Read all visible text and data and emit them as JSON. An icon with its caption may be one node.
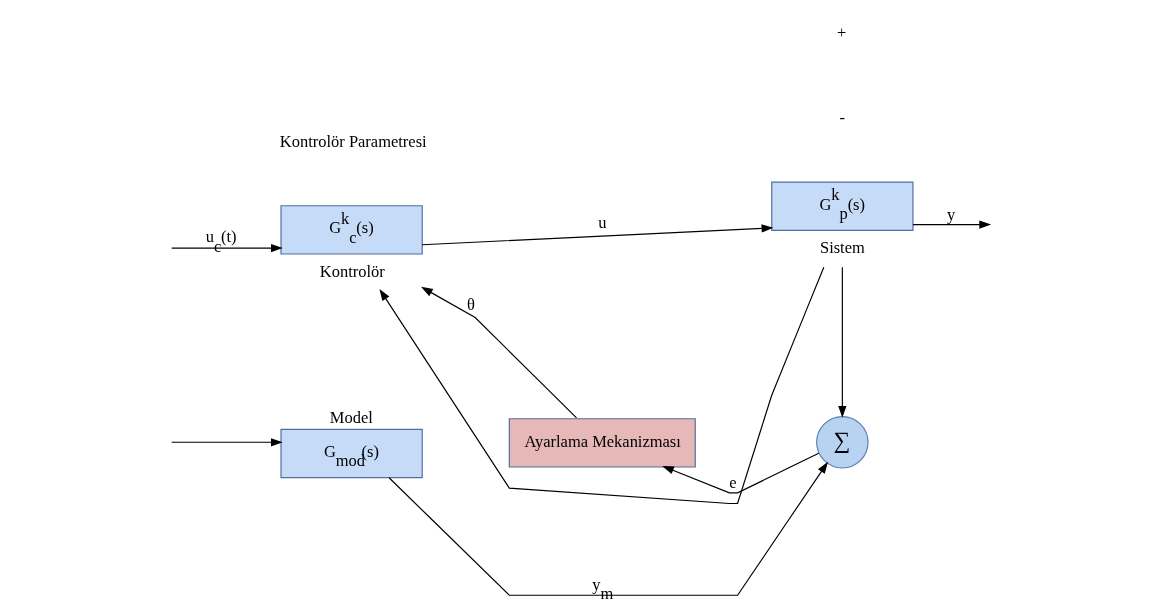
{
  "diagram": {
    "nodes": [
      {
        "text": [
          "Model",
          "G$_{mod}$(s)"
        ]
      },
      {
        "text": [
          "∑"
        ]
      },
      {
        "text": [
          "Ayarlama Mekanizması"
        ]
      },
      {
        "text": [
          "G$^{k}$$_{c}$(s)"
        ],
        "beside": [
          "Kontrolör"
        ]
      },
      {
        "text": [
          "G$^{k}$$_{p}$(s)"
        ],
        "beside": [
          "Sistem"
        ]
      }
    ],
    "edges": [
      {
        "from": null,
        "to": 0,
        "arrow": "to"
      },
      {
        "from": null,
        "to": 3,
        "arrow": "to",
        "label": "u$_{c}$(t)"
      },
      {
        "from": 0,
        "to": 1,
        "arrow": "to",
        "label": "y$_{m}$"
      },
      {
        "from": 1,
        "to": 2,
        "arrow": "to",
        "label": "e"
      },
      {
        "from": 2,
        "to": 3,
        "arrow": "to",
        "label": "θ"
      },
      {
        "from": 3,
        "to": 4,
        "arrow": "to",
        "label": "u"
      },
      {
        "from": 4,
        "to": null,
        "arrow": "to",
        "label": "y"
      },
      {
        "from": 4,
        "to": 1,
        "arrow": "to"
      },
      {
        "from": 4,
        "to": 3,
        "arrow": "to"
      }
    ],
    "labels": [
      "-",
      "Kontrolör Parametresi",
      "+"
    ]
  }
}
